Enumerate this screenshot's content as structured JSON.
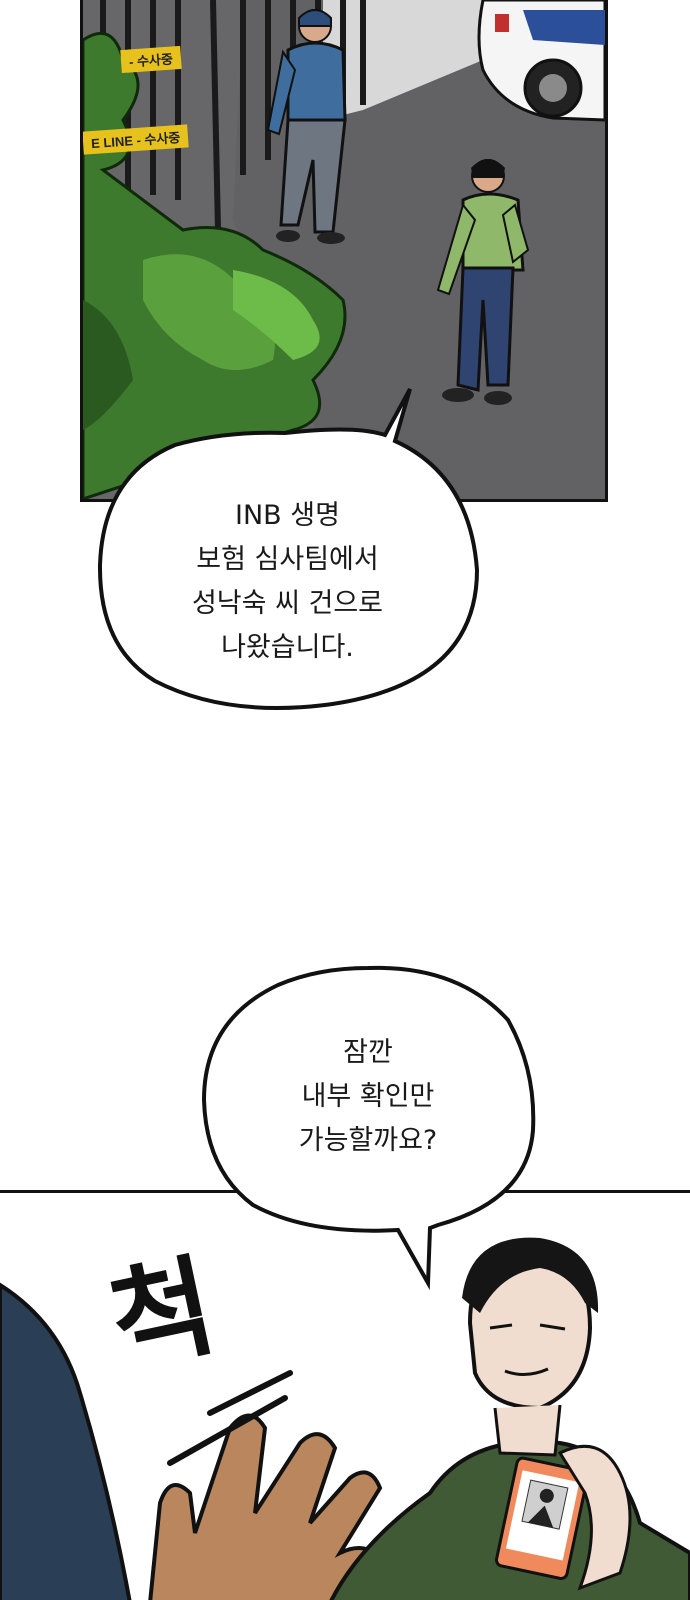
{
  "top_panel": {
    "tape_texts": [
      "- 수사중",
      "E LINE - 수사중"
    ]
  },
  "bubbles": [
    {
      "text": "INB 생명\n보험 심사팀에서\n성낙숙 씨 건으로\n나왔습니다."
    },
    {
      "text": "잠깐\n내부 확인만\n가능할까요?"
    }
  ],
  "sfx": {
    "text": "척"
  },
  "colors": {
    "uniform_blue": "#3f6e9e",
    "shirt_green": "#8fb86a",
    "jacket_green": "#3f5a34",
    "ground": "#6b6b6e",
    "bush": "#3d7a2e",
    "tape_yellow": "#e8c21c"
  }
}
